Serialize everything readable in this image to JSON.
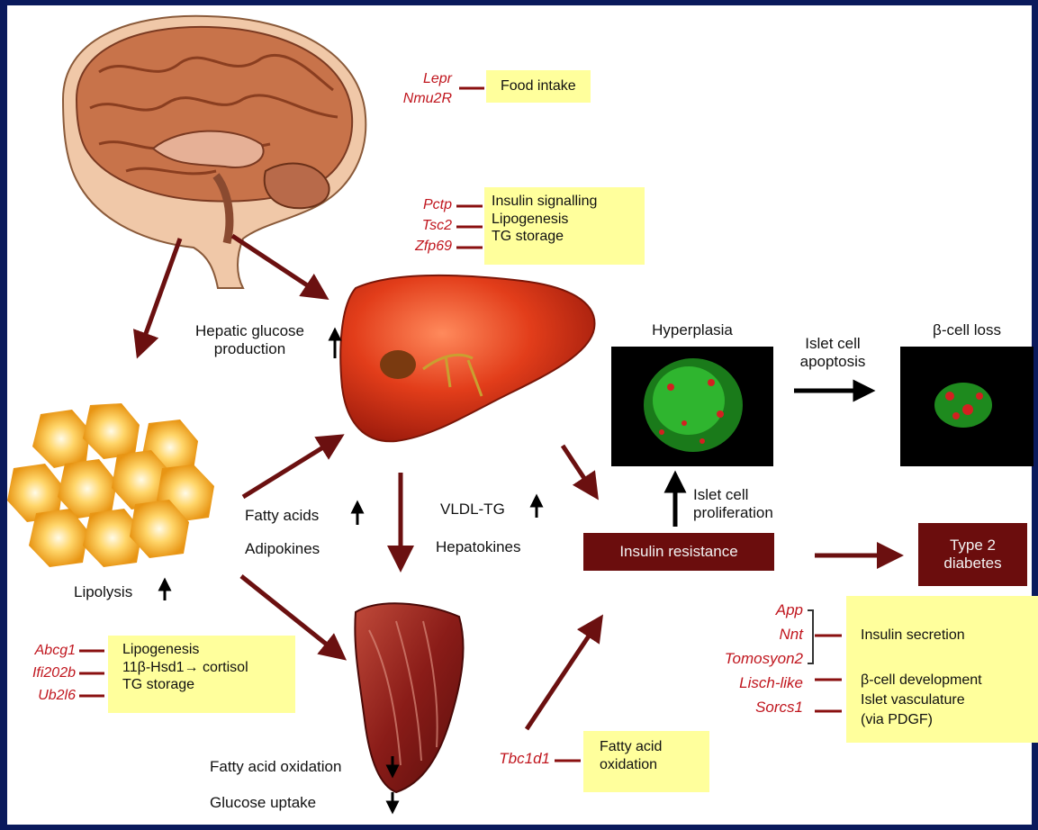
{
  "colors": {
    "arrow": "#6b1010",
    "gene": "#c0161e",
    "box": "#ffff9c",
    "dark_box": "#6b0d0d",
    "frame": "#0a1a5c"
  },
  "icons": [
    "brain-illustration",
    "liver-illustration",
    "adipocytes-illustration",
    "muscle-illustration",
    "hyperplasia-micrograph",
    "beta-cell-loss-micrograph"
  ],
  "brain": {
    "genes": [
      "Lepr",
      "Nmu2R"
    ],
    "effect": "Food intake"
  },
  "liver": {
    "genes": [
      "Pctp",
      "Tsc2",
      "Zfp69"
    ],
    "effects": [
      "Insulin signalling",
      "Lipogenesis",
      "TG storage"
    ],
    "hepatic_glucose": [
      "Hepatic glucose",
      "production"
    ]
  },
  "adipose": {
    "lipolysis": "Lipolysis",
    "genes": [
      "Abcg1",
      "Ifi202b",
      "Ub2l6"
    ],
    "effects": [
      "Lipogenesis",
      "11β-Hsd1→ cortisol",
      "TG storage"
    ],
    "fatty_acids": "Fatty acids",
    "adipokines": "Adipokines"
  },
  "liver_output": {
    "vldl": "VLDL-TG",
    "hepatokines": "Hepatokines"
  },
  "muscle": {
    "fa_oxidation": "Fatty acid oxidation",
    "glucose_uptake": "Glucose uptake",
    "gene": "Tbc1d1",
    "effect": [
      "Fatty acid",
      "oxidation"
    ]
  },
  "islet": {
    "hyperplasia": "Hyperplasia",
    "beta_cell_loss": "β-cell loss",
    "apoptosis": [
      "Islet cell",
      "apoptosis"
    ],
    "proliferation": [
      "Islet cell",
      "proliferation"
    ],
    "insulin_resistance": "Insulin resistance",
    "type2": [
      "Type 2",
      "diabetes"
    ],
    "genes": [
      "App",
      "Nnt",
      "Tomosyon2",
      "Lisch-like",
      "Sorcs1"
    ],
    "effects": {
      "secretion": "Insulin secretion",
      "development": "β-cell development",
      "vasculature": [
        "Islet vasculature",
        "(via PDGF)"
      ]
    }
  }
}
